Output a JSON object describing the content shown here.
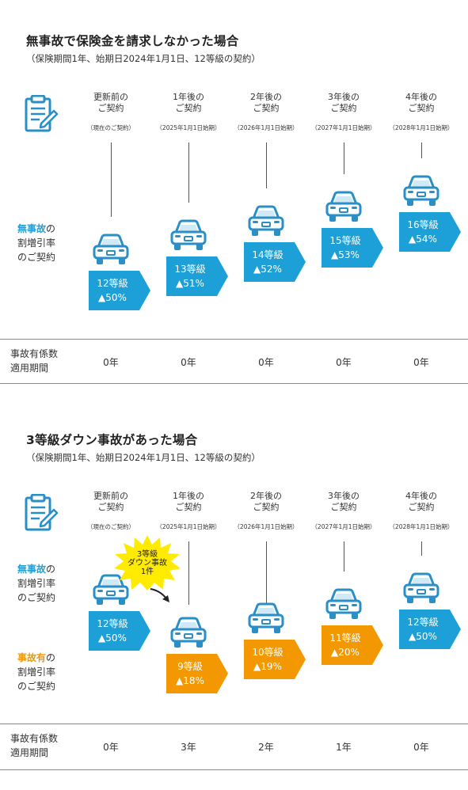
{
  "sections": [
    {
      "title": "無事故で保険金を請求しなかった場合",
      "subtitle": "（保険期間1年、始期日2024年1月1日、12等級の契約）",
      "columns": [
        {
          "head1": "更新前の",
          "head2": "ご契約",
          "sub": "（現在のご契約）",
          "grade": "12等級",
          "rate": "▲50%",
          "color": "blue"
        },
        {
          "head1": "1年後の",
          "head2": "ご契約",
          "sub": "（2025年1月1日始期）",
          "grade": "13等級",
          "rate": "▲51%",
          "color": "blue"
        },
        {
          "head1": "2年後の",
          "head2": "ご契約",
          "sub": "（2026年1月1日始期）",
          "grade": "14等級",
          "rate": "▲52%",
          "color": "blue"
        },
        {
          "head1": "3年後の",
          "head2": "ご契約",
          "sub": "（2027年1月1日始期）",
          "grade": "15等級",
          "rate": "▲53%",
          "color": "blue"
        },
        {
          "head1": "4年後の",
          "head2": "ご契約",
          "sub": "（2028年1月1日始期）",
          "grade": "16等級",
          "rate": "▲54%",
          "color": "blue"
        }
      ],
      "label_no_accident": {
        "hl": "無事故",
        "rest": "の",
        "line2": "割増引率",
        "line3": "のご契約"
      },
      "footer_label": {
        "line1": "事故有係数",
        "line2": "適用期間"
      },
      "footer_values": [
        "0年",
        "0年",
        "0年",
        "0年",
        "0年"
      ]
    },
    {
      "title": "3等級ダウン事故があった場合",
      "subtitle": "（保険期間1年、始期日2024年1月1日、12等級の契約）",
      "columns": [
        {
          "head1": "更新前の",
          "head2": "ご契約",
          "sub": "（現在のご契約）",
          "grade": "12等級",
          "rate": "▲50%",
          "color": "blue"
        },
        {
          "head1": "1年後の",
          "head2": "ご契約",
          "sub": "（2025年1月1日始期）",
          "grade": "9等級",
          "rate": "▲18%",
          "color": "orange"
        },
        {
          "head1": "2年後の",
          "head2": "ご契約",
          "sub": "（2026年1月1日始期）",
          "grade": "10等級",
          "rate": "▲19%",
          "color": "orange"
        },
        {
          "head1": "3年後の",
          "head2": "ご契約",
          "sub": "（2027年1月1日始期）",
          "grade": "11等級",
          "rate": "▲20%",
          "color": "orange"
        },
        {
          "head1": "4年後の",
          "head2": "ご契約",
          "sub": "（2028年1月1日始期）",
          "grade": "12等級",
          "rate": "▲50%",
          "color": "blue"
        }
      ],
      "label_no_accident": {
        "hl": "無事故",
        "rest": "の",
        "line2": "割増引率",
        "line3": "のご契約"
      },
      "label_accident": {
        "hl": "事故有",
        "rest": "の",
        "line2": "割増引率",
        "line3": "のご契約"
      },
      "burst": {
        "line1": "3等級",
        "line2": "ダウン事故",
        "line3": "1件"
      },
      "footer_label": {
        "line1": "事故有係数",
        "line2": "適用期間"
      },
      "footer_values": [
        "0年",
        "3年",
        "2年",
        "1年",
        "0年"
      ]
    }
  ],
  "colors": {
    "blue": "#1da0d8",
    "orange": "#f39800",
    "icon": "#2a8fc7",
    "burst": "#ffeb00"
  },
  "icons": {
    "document": "document-pencil-icon",
    "car": "car-icon",
    "arrow": "curved-arrow-icon"
  }
}
